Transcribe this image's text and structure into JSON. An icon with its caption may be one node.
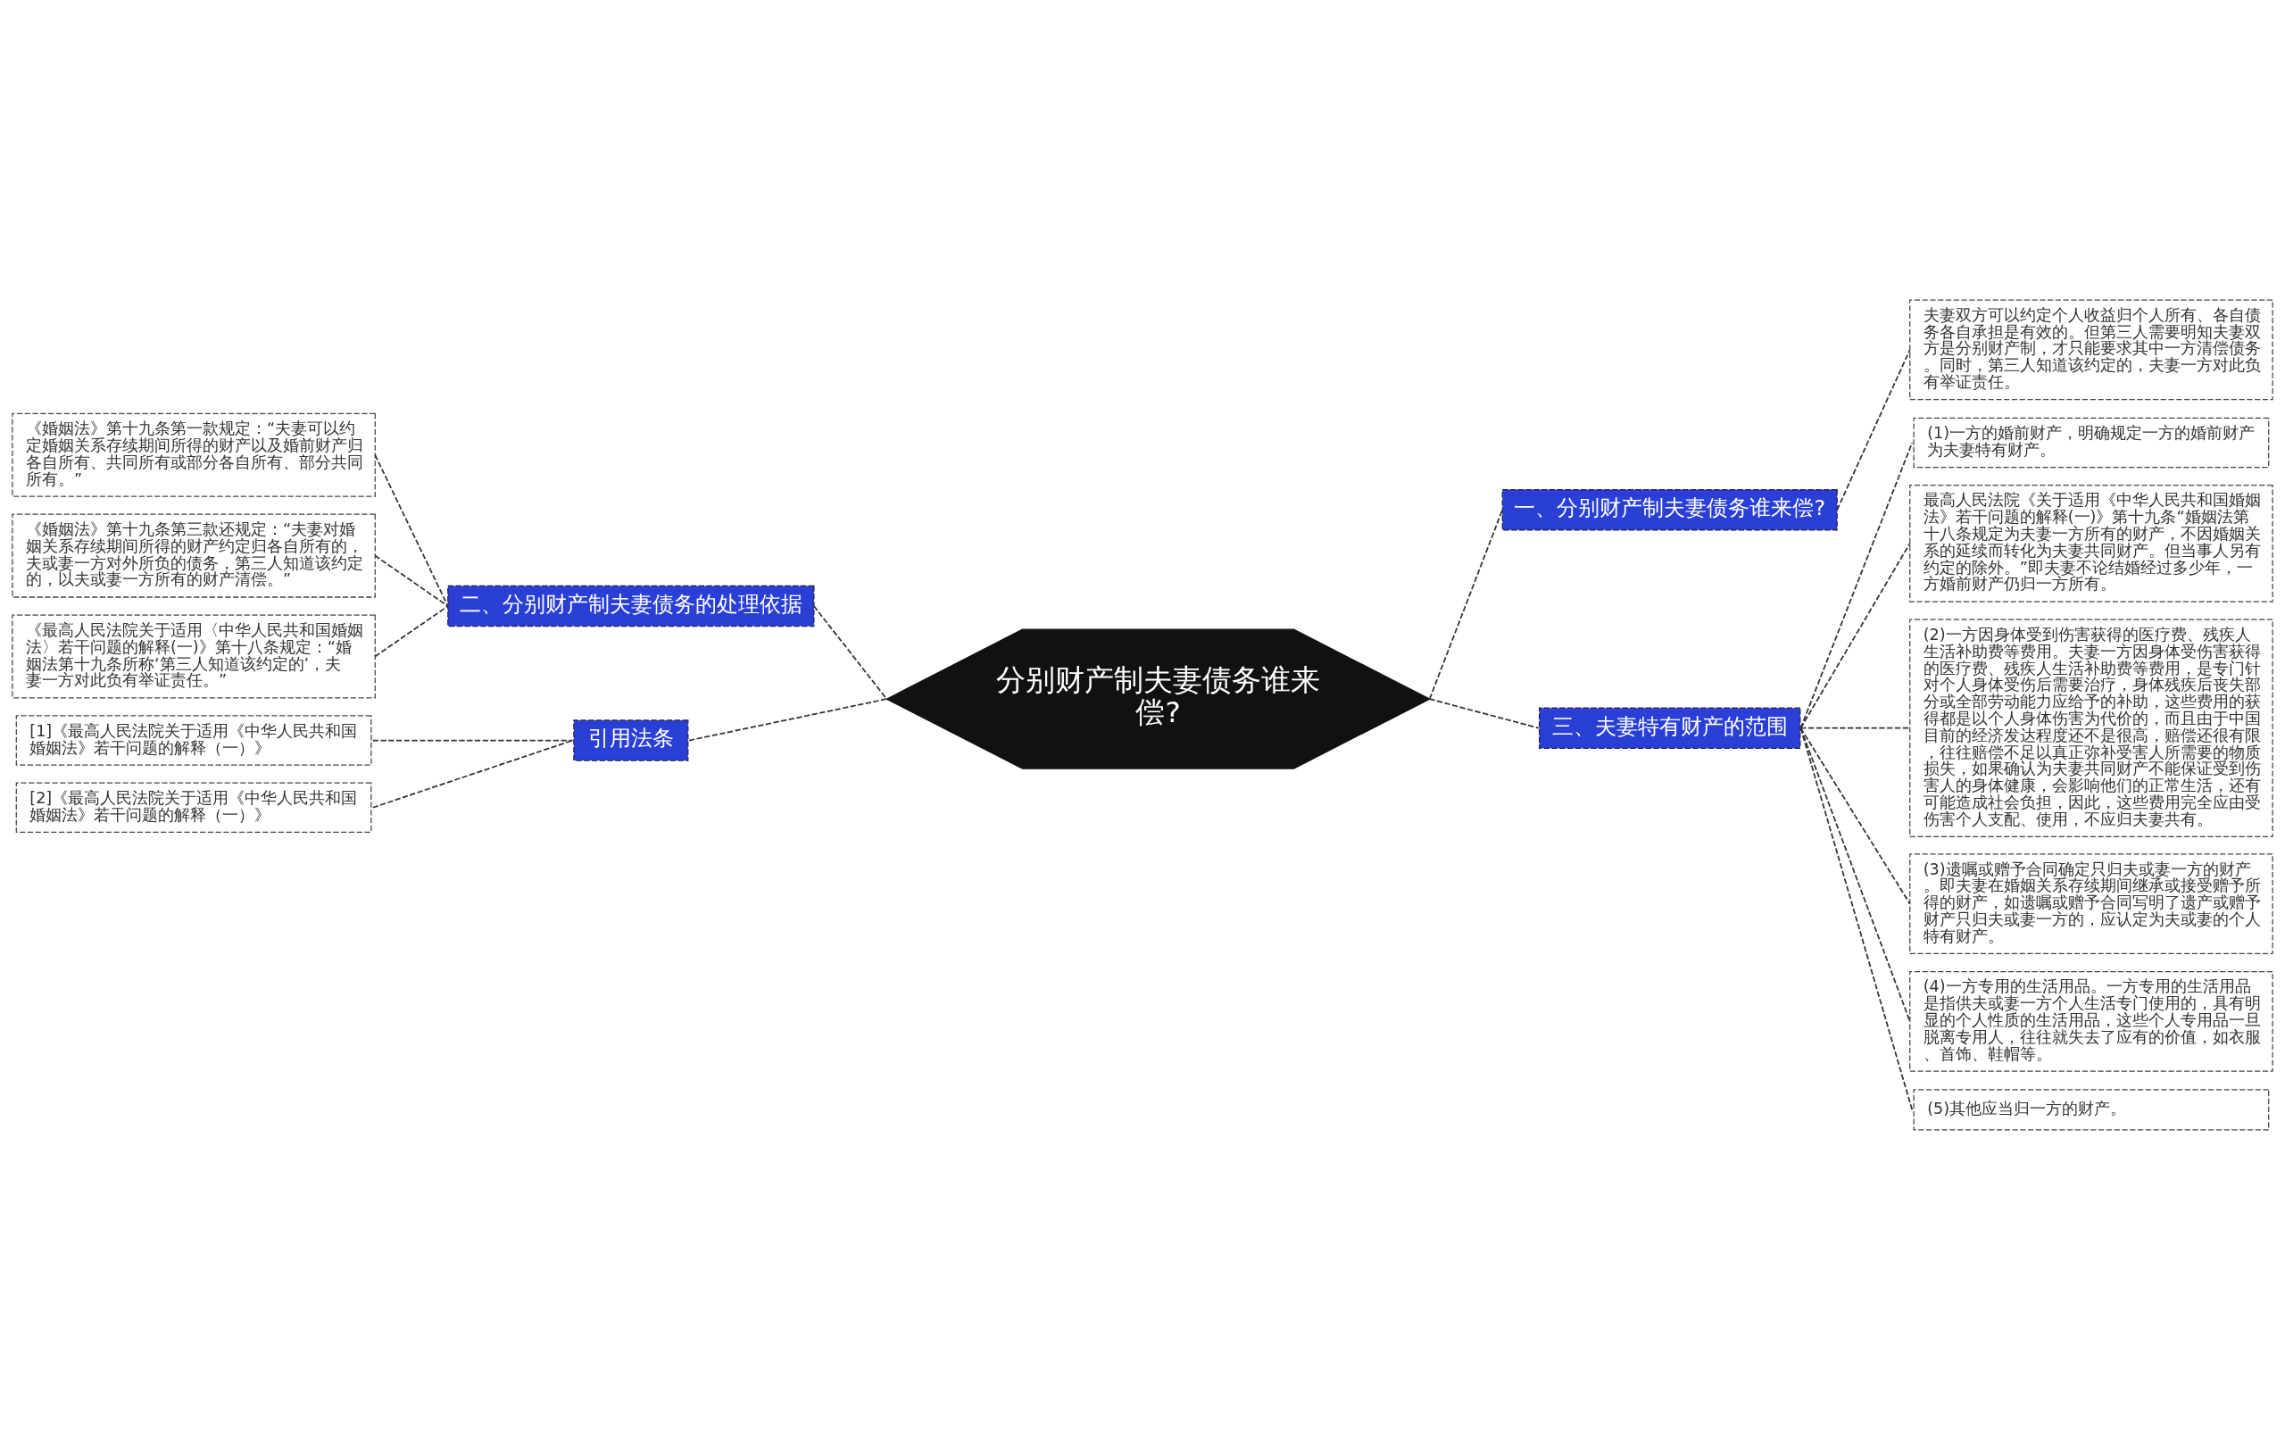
{
  "diagram": {
    "nodes": [
      {
        "text": [
          "分别财产制夫妻债务谁来偿?"
        ]
      },
      {
        "text": [
          "一、分别财产制夫妻债务谁来偿?"
        ]
      },
      {
        "text": [
          "夫妻双方可以约定个人收益归个人所有、各自债务各自承担是有效的。但第三人需要明知夫妻双方是分别财产制，才只能要求其中一方清偿债务。同时，第三人知道该约定的，夫妻一方对此负有举证责任。"
        ]
      },
      {
        "text": [
          "二、分别财产制夫妻债务的处理依据"
        ]
      },
      {
        "text": [
          "《婚姻法》第十九条第一款规定：“夫妻可以约定婚姻关系存续期间所得的财产以及婚前财产归各自所有、共同所有或部分各自所有、部分共同所有。”"
        ]
      },
      {
        "text": [
          "《婚姻法》第十九条第三款还规定：“夫妻对婚姻关系存续期间所得的财产约定归各自所有的，夫或妻一方对外所负的债务，第三人知道该约定的，以夫或妻一方所有的财产清偿。”"
        ]
      },
      {
        "text": [
          "《最高人民法院关于适用〈中华人民共和国婚姻法〉若干问题的解释(一)》第十八条规定：“婚姻法第十九条所称‘第三人知道该约定的’，夫妻一方对此负有举证责任。”"
        ]
      },
      {
        "text": [
          "三、夫妻特有财产的范围"
        ]
      },
      {
        "text": [
          "(1)一方的婚前财产，明确规定一方的婚前财产为夫妻特有财产。"
        ]
      },
      {
        "text": [
          "最高人民法院《关于适用《中华人民共和国婚姻法》若干问题的解释(一)》第十九条“婚姻法第十八条规定为夫妻一方所有的财产，不因婚姻关系的延续而转化为夫妻共同财产。但当事人另有约定的除外。”即夫妻不论结婚经过多少年，一方婚前财产仍归一方所有。"
        ]
      },
      {
        "text": [
          "(2)一方因身体受到伤害获得的医疗费、残疾人生活补助费等费用。夫妻一方因身体受伤害获得的医疗费、残疾人生活补助费等费用，是专门针对个人身体受伤后需要治疗，身体残疾后丧失部分或全部劳动能力应给予的补助，这些费用的获得都是以个人身体伤害为代价的，而且由于中国目前的经济发达程度还不是很高，赔偿还很有限，往往赔偿不足以真正弥补受害人所需要的物质损失，如果确认为夫妻共同财产不能保证受到伤害人的身体健康，会影响他们的正常生活，还有可能造成社会负担，因此，这些费用完全应由受伤害个人支配、使用，不应归夫妻共有。"
        ]
      },
      {
        "text": [
          "(3)遗嘱或赠予合同确定只归夫或妻一方的财产。即夫妻在婚姻关系存续期间继承或接受赠予所得的财产，如遗嘱或赠予合同写明了遗产或赠予财产只归夫或妻一方的，应认定为夫或妻的个人特有财产。"
        ]
      },
      {
        "text": [
          "(4)一方专用的生活用品。一方专用的生活用品是指供夫或妻一方个人生活专门使用的，具有明显的个人性质的生活用品，这些个人专用品一旦脱离专用人，往往就失去了应有的价值，如衣服、首饰、鞋帽等。"
        ]
      },
      {
        "text": [
          "(5)其他应当归一方的财产。"
        ]
      },
      {
        "text": [
          "引用法条"
        ]
      },
      {
        "text": [
          "[1]《最高人民法院关于适用《中华人民共和国婚姻法》若干问题的解释（一）》"
        ]
      },
      {
        "text": [
          "[2]《最高人民法院关于适用《中华人民共和国婚姻法》若干问题的解释（一）》"
        ]
      }
    ],
    "edges": [
      {
        "from": 0,
        "to": 1,
        "arrow": "none",
        "style": "dashed"
      },
      {
        "from": 1,
        "to": 2,
        "arrow": "none",
        "style": "dashed"
      },
      {
        "from": 0,
        "to": 3,
        "arrow": "none",
        "style": "dashed"
      },
      {
        "from": 3,
        "to": 4,
        "arrow": "none",
        "style": "dashed"
      },
      {
        "from": 3,
        "to": 5,
        "arrow": "none",
        "style": "dashed"
      },
      {
        "from": 3,
        "to": 6,
        "arrow": "none",
        "style": "dashed"
      },
      {
        "from": 0,
        "to": 7,
        "arrow": "none",
        "style": "dashed"
      },
      {
        "from": 7,
        "to": 8,
        "arrow": "none",
        "style": "dashed"
      },
      {
        "from": 7,
        "to": 9,
        "arrow": "none",
        "style": "dashed"
      },
      {
        "from": 7,
        "to": 10,
        "arrow": "none",
        "style": "dashed"
      },
      {
        "from": 7,
        "to": 11,
        "arrow": "none",
        "style": "dashed"
      },
      {
        "from": 7,
        "to": 12,
        "arrow": "none",
        "style": "dashed"
      },
      {
        "from": 7,
        "to": 13,
        "arrow": "none",
        "style": "dashed"
      },
      {
        "from": 0,
        "to": 14,
        "arrow": "none",
        "style": "dashed"
      },
      {
        "from": 14,
        "to": 15,
        "arrow": "none",
        "style": "dashed"
      },
      {
        "from": 14,
        "to": 16,
        "arrow": "none",
        "style": "dashed"
      }
    ]
  }
}
